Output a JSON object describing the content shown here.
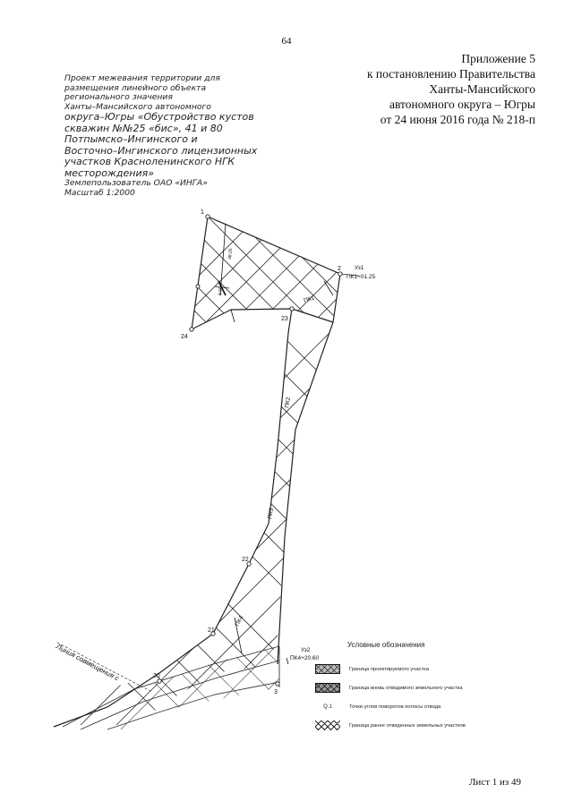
{
  "page_number": "64",
  "appendix": {
    "line1": "Приложение 5",
    "line2": "к постановлению Правительства",
    "line3": "Ханты-Мансийского",
    "line4": "автономного округа – Югры",
    "line5": "от 24 июня 2016 года № 218-п"
  },
  "project": {
    "l1": "Проект межевания территории для",
    "l2": "размещения линейного объекта",
    "l3": "регионального значения",
    "l4": "Ханты–Мансийского автономного",
    "l5": "округа–Югры «Обустройство кустов",
    "l6": "скважин №№25 «бис», 41 и 80",
    "l7": "Потпымско–Ингинского и",
    "l8": "Восточно–Ингинского лицензионных",
    "l9": "участков Красноленинского НГК",
    "l10": "месторождения»",
    "l11": "Землепользователь ОАО «ИНГА»",
    "l12": "Масштаб 1:2000"
  },
  "drawing": {
    "points": {
      "p1": "1",
      "p2": "2",
      "p3": "3",
      "p20": "20",
      "p21": "21",
      "p22": "22",
      "p23": "23",
      "p24": "24"
    },
    "labels": {
      "uz1": "Уз1",
      "pk1_dist": "ПК1+01.25",
      "pk1": "ПК1",
      "pk2": "ПК2",
      "pk3": "ПК3",
      "pk4": "ПК4",
      "uz2": "Уз2",
      "pk4_dist": "ПК4+20.60",
      "match_line": "Линия совмещения с",
      "dim_a": "5.00",
      "dim_b": "48.05"
    }
  },
  "legend": {
    "title": "Условные обозначения",
    "row1": "Граница проектируемого участка",
    "row2": "Граница вновь отводимого земельного участка",
    "row3_marker": "Q.1",
    "row3": "Точки углов поворотов полосы отвода",
    "row4": "Граница ранее отведенных земельных участков"
  },
  "sheet": "Лист 1 из 49"
}
